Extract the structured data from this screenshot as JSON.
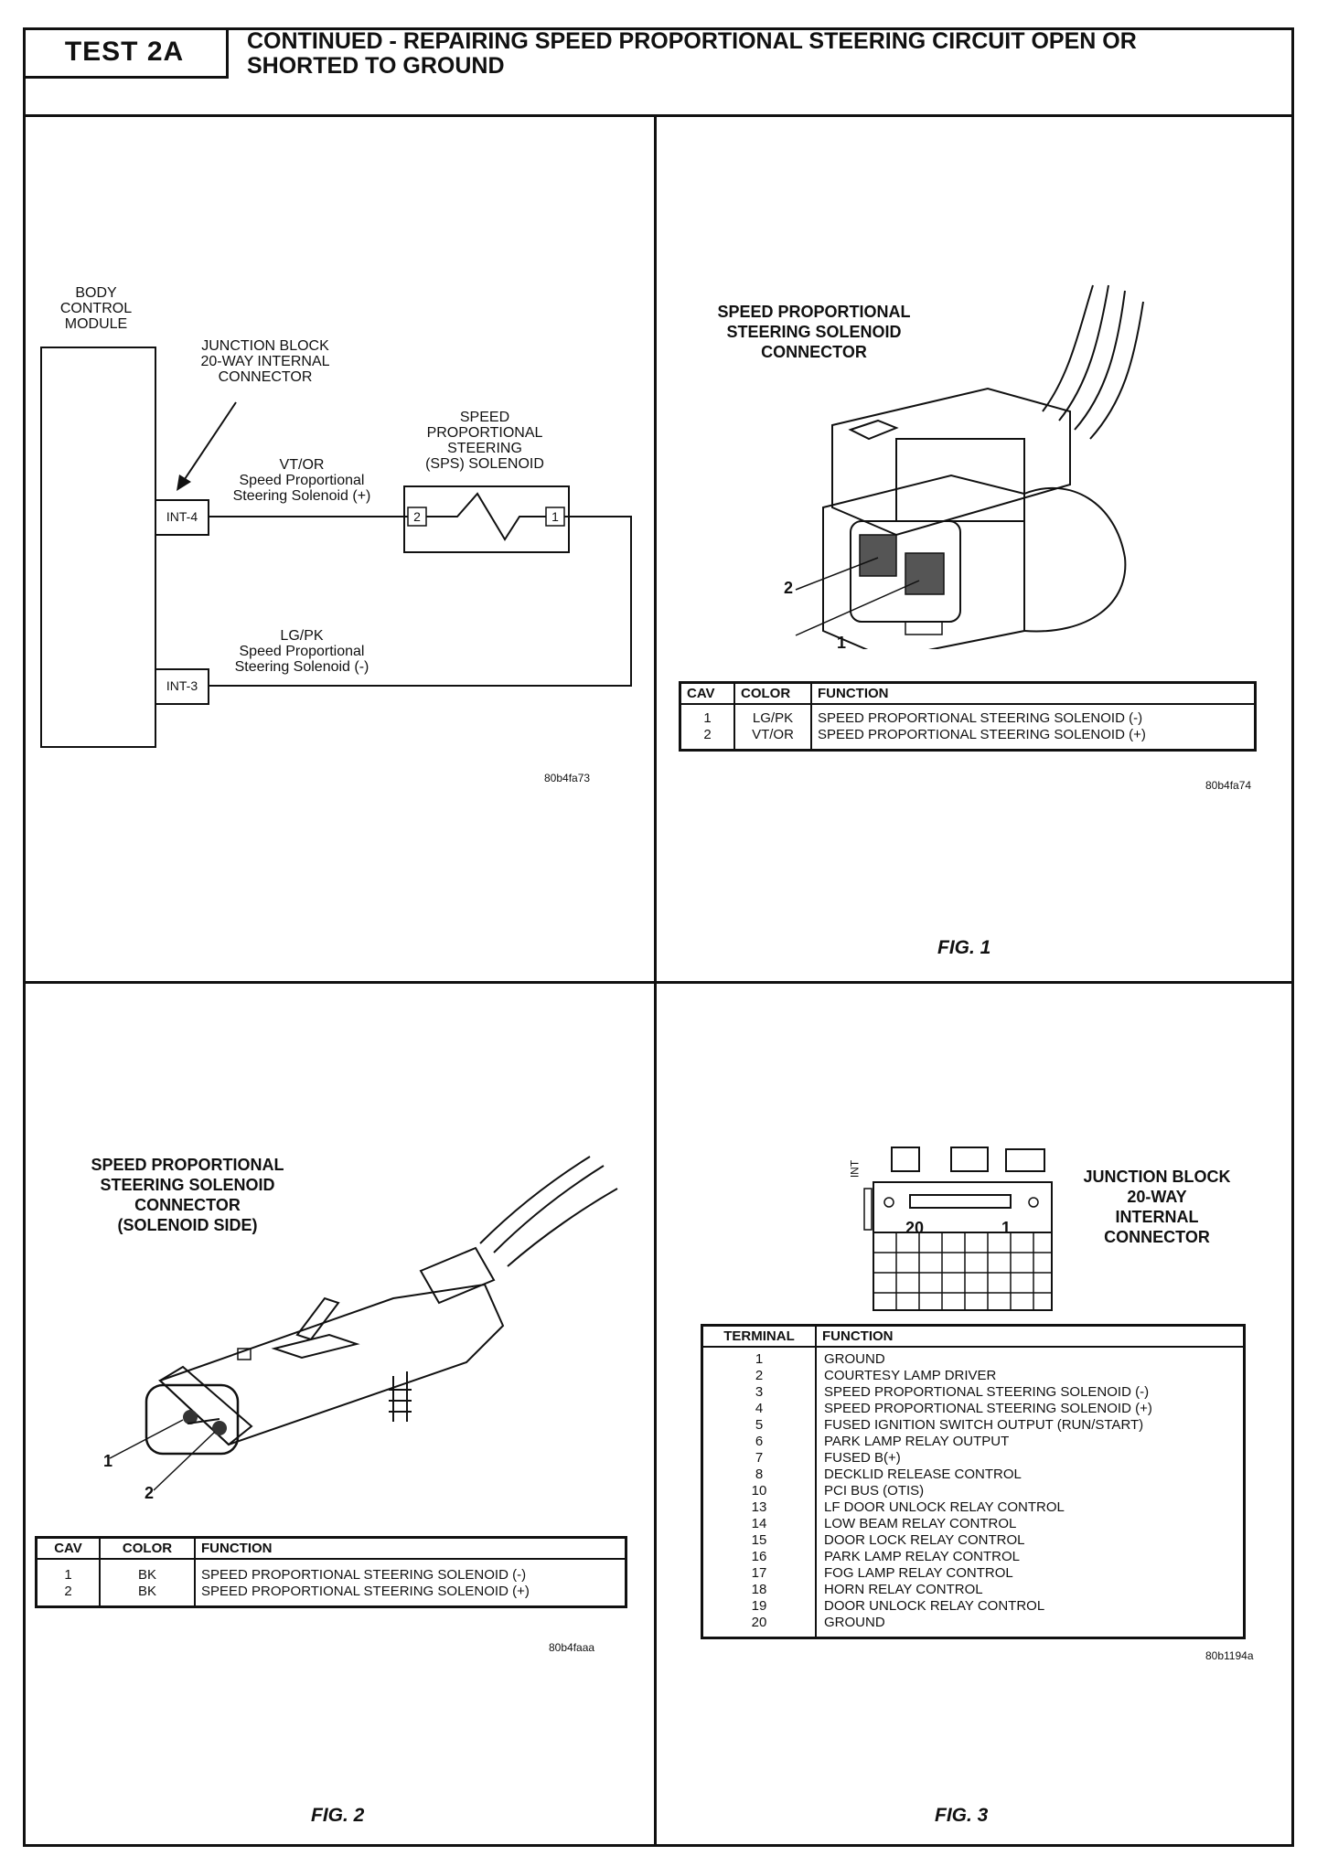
{
  "header": {
    "test_label": "TEST 2A",
    "title_line1": "CONTINUED - REPAIRING SPEED PROPORTIONAL STEERING CIRCUIT OPEN OR",
    "title_line2": "SHORTED TO GROUND"
  },
  "schematic": {
    "bcm_label": [
      "BODY",
      "CONTROL",
      "MODULE"
    ],
    "junction_label": [
      "JUNCTION BLOCK",
      "20-WAY INTERNAL",
      "CONNECTOR"
    ],
    "sps_label": [
      "SPEED",
      "PROPORTIONAL",
      "STEERING",
      "(SPS) SOLENOID"
    ],
    "wire1_color": "VT/OR",
    "wire1_desc": [
      "Speed Proportional",
      "Steering Solenoid (+)"
    ],
    "wire2_color": "LG/PK",
    "wire2_desc": [
      "Speed Proportional",
      "Steering Solenoid (-)"
    ],
    "pin_int4": "INT-4",
    "pin_int3": "INT-3",
    "sol_pin2": "2",
    "sol_pin1": "1",
    "code": "80b4fa73"
  },
  "fig1": {
    "title": [
      "SPEED PROPORTIONAL",
      "STEERING SOLENOID",
      "CONNECTOR"
    ],
    "callout_1": "1",
    "callout_2": "2",
    "table_headers": [
      "CAV",
      "COLOR",
      "FUNCTION"
    ],
    "rows": [
      {
        "cav": "1",
        "color": "LG/PK",
        "function": "SPEED PROPORTIONAL STEERING SOLENOID (-)"
      },
      {
        "cav": "2",
        "color": "VT/OR",
        "function": "SPEED PROPORTIONAL STEERING SOLENOID (+)"
      }
    ],
    "code": "80b4fa74",
    "caption": "FIG. 1"
  },
  "fig2": {
    "title": [
      "SPEED PROPORTIONAL",
      "STEERING SOLENOID",
      "CONNECTOR",
      "(SOLENOID SIDE)"
    ],
    "callout_1": "1",
    "callout_2": "2",
    "table_headers": [
      "CAV",
      "COLOR",
      "FUNCTION"
    ],
    "rows": [
      {
        "cav": "1",
        "color": "BK",
        "function": "SPEED PROPORTIONAL STEERING SOLENOID (-)"
      },
      {
        "cav": "2",
        "color": "BK",
        "function": "SPEED PROPORTIONAL STEERING SOLENOID (+)"
      }
    ],
    "code": "80b4faaa",
    "caption": "FIG. 2"
  },
  "fig3": {
    "title": [
      "JUNCTION BLOCK",
      "20-WAY",
      "INTERNAL",
      "CONNECTOR"
    ],
    "pin_20": "20",
    "pin_1": "1",
    "side_label": "INT",
    "table_headers": [
      "TERMINAL",
      "FUNCTION"
    ],
    "rows": [
      {
        "terminal": "1",
        "function": "GROUND"
      },
      {
        "terminal": "2",
        "function": "COURTESY LAMP DRIVER"
      },
      {
        "terminal": "3",
        "function": "SPEED PROPORTIONAL STEERING SOLENOID (-)"
      },
      {
        "terminal": "4",
        "function": "SPEED PROPORTIONAL STEERING SOLENOID (+)"
      },
      {
        "terminal": "5",
        "function": "FUSED IGNITION SWITCH OUTPUT (RUN/START)"
      },
      {
        "terminal": "6",
        "function": "PARK LAMP RELAY OUTPUT"
      },
      {
        "terminal": "7",
        "function": "FUSED B(+)"
      },
      {
        "terminal": "8",
        "function": "DECKLID RELEASE CONTROL"
      },
      {
        "terminal": "10",
        "function": "PCI BUS (OTIS)"
      },
      {
        "terminal": "13",
        "function": "LF DOOR UNLOCK RELAY CONTROL"
      },
      {
        "terminal": "14",
        "function": "LOW BEAM RELAY CONTROL"
      },
      {
        "terminal": "15",
        "function": "DOOR LOCK RELAY CONTROL"
      },
      {
        "terminal": "16",
        "function": "PARK LAMP RELAY CONTROL"
      },
      {
        "terminal": "17",
        "function": "FOG LAMP RELAY CONTROL"
      },
      {
        "terminal": "18",
        "function": "HORN RELAY CONTROL"
      },
      {
        "terminal": "19",
        "function": "DOOR UNLOCK RELAY CONTROL"
      },
      {
        "terminal": "20",
        "function": "GROUND"
      }
    ],
    "code": "80b1194a",
    "caption": "FIG. 3"
  }
}
